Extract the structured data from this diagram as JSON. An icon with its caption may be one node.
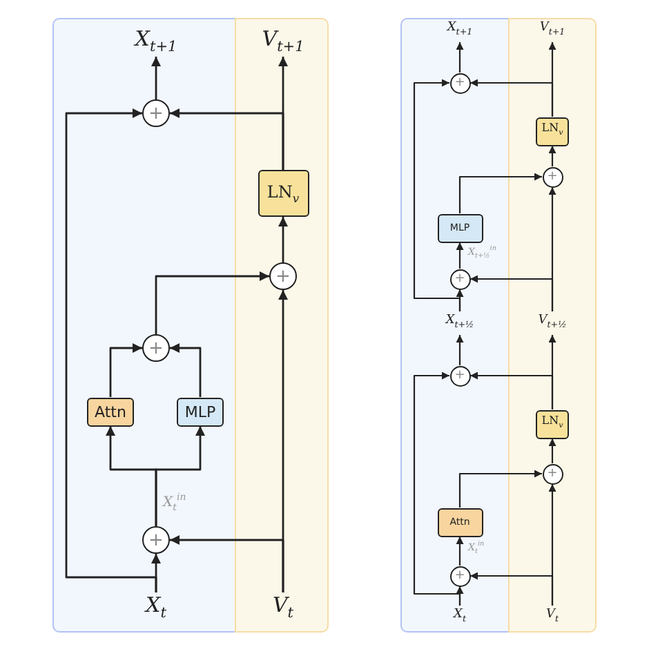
{
  "diagram": {
    "nodes": [
      {
        "text": [
          "X$_{t+1}$"
        ]
      },
      {
        "text": [
          "V$_{t+1}$"
        ]
      },
      {
        "text": [
          "+"
        ]
      },
      {
        "text": [
          "LN$_{v}$"
        ]
      },
      {
        "text": [
          "+"
        ]
      },
      {
        "text": [
          "+"
        ]
      },
      {
        "text": [
          "Attn"
        ]
      },
      {
        "text": [
          "MLP"
        ]
      },
      {
        "text": [
          "+"
        ]
      },
      {
        "text": [
          "X$_{t}$"
        ]
      },
      {
        "text": [
          "V$_{t}$"
        ]
      },
      {
        "text": [
          "X$_{t+1}$"
        ]
      },
      {
        "text": [
          "V$_{t+1}$"
        ]
      },
      {
        "text": [
          "+"
        ]
      },
      {
        "text": [
          "LN$_{v}$"
        ]
      },
      {
        "text": [
          "+"
        ]
      },
      {
        "text": [
          "MLP"
        ]
      },
      {
        "text": [
          "+"
        ]
      },
      {
        "text": [
          "X$_{t+½}$"
        ]
      },
      {
        "text": [
          "V$_{t+½}$"
        ]
      },
      {
        "text": [
          "+"
        ]
      },
      {
        "text": [
          "LN$_{v}$"
        ]
      },
      {
        "text": [
          "+"
        ]
      },
      {
        "text": [
          "Attn"
        ]
      },
      {
        "text": [
          "+"
        ]
      },
      {
        "text": [
          "X$_{t}$"
        ]
      },
      {
        "text": [
          "V$_{t}$"
        ]
      }
    ],
    "edges": [
      {
        "from": 9,
        "to": 8,
        "arrow": "to"
      },
      {
        "from": 9,
        "to": 2,
        "arrow": "to"
      },
      {
        "from": 10,
        "to": 8,
        "arrow": "to"
      },
      {
        "from": 10,
        "to": 4,
        "arrow": "to"
      },
      {
        "from": 8,
        "to": 6,
        "arrow": "to"
      },
      {
        "from": 8,
        "to": 7,
        "arrow": "to"
      },
      {
        "from": 6,
        "to": 5,
        "arrow": "to"
      },
      {
        "from": 7,
        "to": 5,
        "arrow": "to"
      },
      {
        "from": 5,
        "to": 4,
        "arrow": "to"
      },
      {
        "from": 4,
        "to": 3,
        "arrow": "to"
      },
      {
        "from": 3,
        "to": 1,
        "arrow": "to"
      },
      {
        "from": 3,
        "to": 2,
        "arrow": "to"
      },
      {
        "from": 2,
        "to": 0,
        "arrow": "to"
      },
      {
        "from": 25,
        "to": 24,
        "arrow": "to"
      },
      {
        "from": 25,
        "to": 20,
        "arrow": "to"
      },
      {
        "from": 26,
        "to": 24,
        "arrow": "to"
      },
      {
        "from": 26,
        "to": 22,
        "arrow": "to"
      },
      {
        "from": 24,
        "to": 23,
        "arrow": "to"
      },
      {
        "from": 23,
        "to": 22,
        "arrow": "to"
      },
      {
        "from": 22,
        "to": 21,
        "arrow": "to"
      },
      {
        "from": 21,
        "to": 19,
        "arrow": "to"
      },
      {
        "from": 21,
        "to": 20,
        "arrow": "to"
      },
      {
        "from": 20,
        "to": 18,
        "arrow": "to"
      },
      {
        "from": 18,
        "to": 17,
        "arrow": "to"
      },
      {
        "from": 18,
        "to": 13,
        "arrow": "to"
      },
      {
        "from": 19,
        "to": 17,
        "arrow": "to"
      },
      {
        "from": 19,
        "to": 15,
        "arrow": "to"
      },
      {
        "from": 17,
        "to": 16,
        "arrow": "to"
      },
      {
        "from": 16,
        "to": 15,
        "arrow": "to"
      },
      {
        "from": 15,
        "to": 14,
        "arrow": "to"
      },
      {
        "from": 14,
        "to": 12,
        "arrow": "to"
      },
      {
        "from": 14,
        "to": 13,
        "arrow": "to"
      },
      {
        "from": 13,
        "to": 11,
        "arrow": "to"
      }
    ],
    "labels": [
      "X$_{t}$$^{in}$",
      "X$_{t+½}$$^{in}$",
      "X$_{t}$$^{in}$"
    ]
  }
}
